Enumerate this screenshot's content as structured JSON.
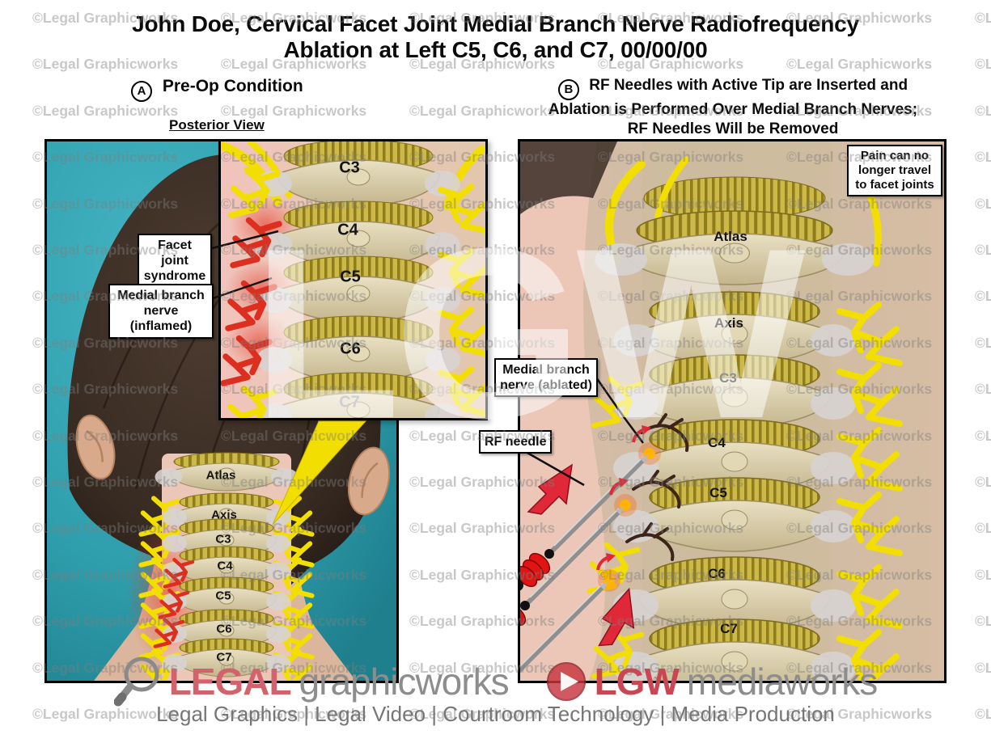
{
  "watermark": {
    "text": "©Legal Graphicworks",
    "big_text": "LGW"
  },
  "title": {
    "line1": "John Doe, Cervical Facet Joint Medial Branch Nerve Radiofrequency",
    "line2": "Ablation at Left C5, C6, and C7, 00/00/00"
  },
  "panel_a": {
    "marker": "A",
    "heading": "Pre-Op Condition",
    "subheading": "Posterior View",
    "vertebra_labels": [
      "Atlas",
      "Axis",
      "C3",
      "C4",
      "C5",
      "C6",
      "C7"
    ],
    "callout_facet": "Facet joint syndrome",
    "callout_inflamed": "Medial branch nerve (inflamed)"
  },
  "inset": {
    "vertebra_labels": [
      "C3",
      "C4",
      "C5",
      "C6",
      "C7"
    ]
  },
  "panel_b": {
    "marker": "B",
    "heading_line1": "RF Needles with Active Tip are Inserted and",
    "heading_line2": "Ablation is Performed Over Medial Branch Nerves;",
    "heading_line3": "RF Needles Will be Removed",
    "note": "Pain can no longer travel to facet joints",
    "vertebra_labels": [
      "Atlas",
      "Axis",
      "C3",
      "C4",
      "C5",
      "C6",
      "C7"
    ],
    "callout_ablated": "Medial branch nerve (ablated)",
    "callout_rf": "RF needle"
  },
  "footer": {
    "brand1_bold": "LEGAL",
    "brand1_rest": "graphicworks",
    "brand2_bold": "LGW",
    "brand2_rest": "mediaworks",
    "tagline": "Legal Graphics | Legal Video | Courtroom Technology | Media Production"
  },
  "colors": {
    "drape_teal": "#2f9fad",
    "hair_brown": "#3a2d25",
    "skin": "#d9b29a",
    "bone": "#d9cfac",
    "disc_yellow": "#cdb84a",
    "nerve_yellow": "#f2de00",
    "inflamed_red": "#dc2f1f",
    "ablated_brown": "#3c2518",
    "needle_red": "#e21313",
    "arrow_red": "#e02838",
    "brand_red": "#d2626b",
    "brand_gray": "#8d8d8d",
    "watermark_gray": "#7e7e7e"
  }
}
